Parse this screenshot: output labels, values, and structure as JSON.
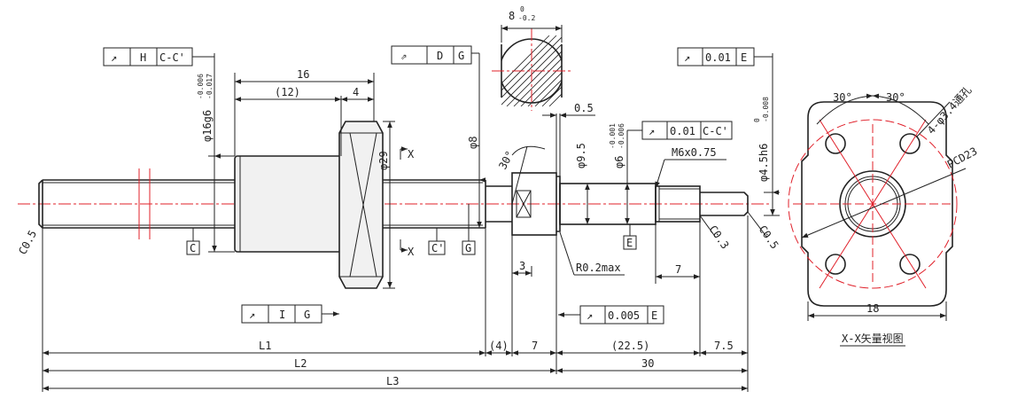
{
  "dims": {
    "d16": "16",
    "d12": "(12)",
    "d4": "4",
    "phi29": "φ29",
    "phi8": "φ8",
    "phi95": "φ9.5",
    "d05": "0.5",
    "m6": "M6x0.75",
    "d3": "3",
    "r02": "R0.2max",
    "d7a": "7",
    "d4p": "(4)",
    "d7b": "7",
    "d225": "(22.5)",
    "d75": "7.5",
    "d30": "30",
    "l1": "L1",
    "l2": "L2",
    "l3": "L3",
    "c05a": "C0.5",
    "c05b": "C0.5",
    "c03": "C0.3",
    "ang30": "30°",
    "ang30a": "30°",
    "ang30b": "30°",
    "d18": "18",
    "pcd": "PCD23",
    "holes": "4-φ3.4通孔",
    "phi16_main": "φ16g6",
    "phi16_up": "-0.006",
    "phi16_lo": "-0.017",
    "phi6_main": "φ6",
    "phi6_up": "-0.001",
    "phi6_lo": "-0.006",
    "phi45_main": "φ4.5h6",
    "phi45_up": "0",
    "phi45_lo": "-0.008",
    "flat_main": "8",
    "flat_up": "0",
    "flat_lo": "-0.2"
  },
  "datums": {
    "c": "C",
    "cprime": "C'",
    "g": "G",
    "e": "E",
    "x1": "X",
    "x2": "X"
  },
  "gdt": {
    "f1_sym": "↗",
    "f1_c2": "H",
    "f1_c3": "C-C'",
    "f2_sym": "⇗",
    "f2_c2": "D",
    "f2_c3": "G",
    "f3_sym": "↗",
    "f3_c2": "0.01",
    "f3_c3": "E",
    "f4_sym": "↗",
    "f4_c2": "0.01",
    "f4_c3": "C-C'",
    "f5_sym": "↗",
    "f5_c2": "I",
    "f5_c3": "G",
    "f6_sym": "↗",
    "f6_c2": "0.005",
    "f6_c3": "E"
  },
  "view_title": "X-X矢量视图"
}
